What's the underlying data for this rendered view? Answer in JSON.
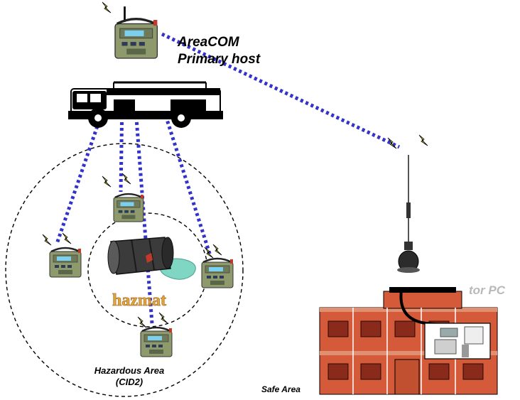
{
  "labels": {
    "host_line1": "AreaCOM",
    "host_line2": "Primary host",
    "hazard_line1": "Hazardous Area",
    "hazard_line2": "(CID2)",
    "safe_area": "Safe Area",
    "monitor_pc": "tor PC",
    "hazmat_sign": "hazmat"
  },
  "colors": {
    "link_line": "#3333cc",
    "zone_boundary": "#000000",
    "lightning": "#f2e81a",
    "device_body": "#8e9a6c",
    "fire_truck": "#000000",
    "building_wall": "#d45a3a",
    "barrel": "#3b3b3b",
    "spill": "#7fd6c2",
    "hazmat_text": "#d99a1c"
  },
  "icons": [
    "areacom-host-device-icon",
    "fire-truck-icon",
    "antenna-icon",
    "lightning-icon",
    "monitor-device-icon",
    "barrel-icon",
    "chemical-spill-icon",
    "building-icon",
    "computer-icon"
  ]
}
